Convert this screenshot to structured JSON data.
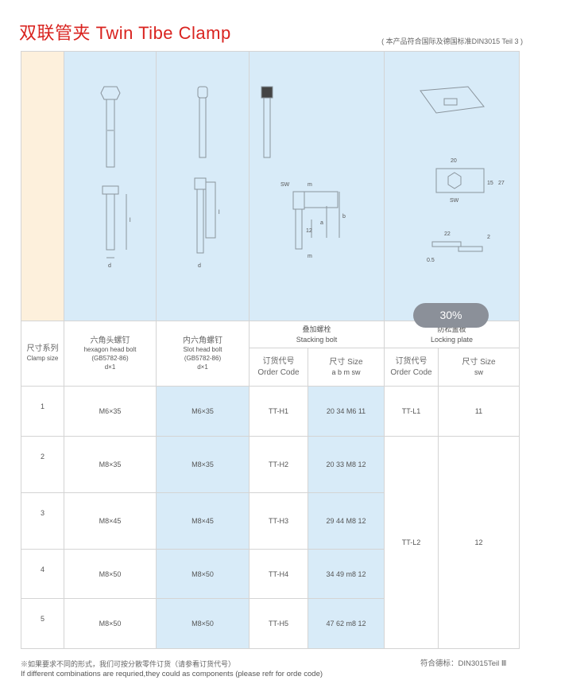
{
  "title": "双联管夹  Twin Tibe Clamp",
  "standard_note": "( 本产品符合国际及德国标准DIN3015 Teil 3 )",
  "zoom_badge": "30%",
  "drawing_labels": {
    "d": "d",
    "l": "l",
    "sw": "SW",
    "m": "m",
    "a": "a",
    "b": "b",
    "twelve": "12",
    "w20": "20",
    "h15": "15",
    "h27": "27",
    "w22": "22",
    "t2": "2",
    "t05": "0.5"
  },
  "header": {
    "clamp_size_zh": "尺寸系列",
    "clamp_size_en": "Clamp size",
    "hex_zh": "六角头螺钉",
    "hex_en": "hexagon head bolt",
    "hex_std": "(GB5782-86)",
    "hex_dim": "d×1",
    "slot_zh": "内六角螺钉",
    "slot_en": "Slot head bolt",
    "slot_std": "(GB5782-86)",
    "slot_dim": "d×1",
    "stack_zh": "叠加螺栓",
    "stack_en": "Stacking bolt",
    "lock_zh": "防松盖板",
    "lock_en": "Locking plate",
    "order_zh": "订货代号",
    "order_en": "Order Code",
    "size_zh": "尺寸 Size",
    "stack_size_sub": "a   b   m   sw",
    "lock_size_sub": "sw"
  },
  "rows": [
    {
      "size": "1",
      "hex": "M6×35",
      "slot": "M6×35",
      "stack_code": "TT-H1",
      "stack_size": "20  34  M6  11",
      "lock_code": "TT-L1",
      "lock_sw": "11"
    },
    {
      "size": "2",
      "hex": "M8×35",
      "slot": "M8×35",
      "stack_code": "TT-H2",
      "stack_size": "20  33  M8  12",
      "lock_code": "TT-L2",
      "lock_sw": "12"
    },
    {
      "size": "3",
      "hex": "M8×45",
      "slot": "M8×45",
      "stack_code": "TT-H3",
      "stack_size": "29  44  M8  12"
    },
    {
      "size": "4",
      "hex": "M8×50",
      "slot": "M8×50",
      "stack_code": "TT-H4",
      "stack_size": "34  49  m8  12"
    },
    {
      "size": "5",
      "hex": "M8×50",
      "slot": "M8×50",
      "stack_code": "TT-H5",
      "stack_size": "47  62  m8  12"
    }
  ],
  "footer": {
    "note_zh": "※如果要求不同的形式，我们可按分散零件订货（请参看订货代号）",
    "note_en": "If different combinations are requried,they could as components (please  refr for orde code)",
    "standard": "符合德标：DIN3015Teil Ⅲ"
  }
}
